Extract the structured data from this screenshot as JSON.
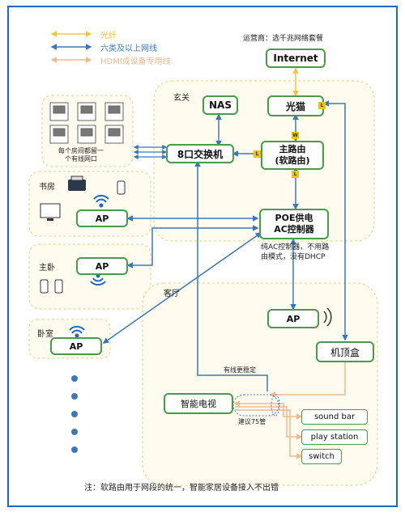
{
  "legend": {
    "fiber": "光纤",
    "cat6": "六类及以上网线",
    "hdmi": "HDMI或设备专用线",
    "colors": {
      "fiber": "#f5c242",
      "cat6": "#3a78b8",
      "hdmi": "#f2b88f"
    }
  },
  "isp_note": "运营商：选千兆网络套餐",
  "nodes": {
    "internet": "Internet",
    "nas": "NAS",
    "modem": "光猫",
    "switch8": "8口交换机",
    "router": "主路由\n(软路由)",
    "poe": "POE供电\nAC控制器",
    "ap_study": "AP",
    "ap_master": "AP",
    "ap_bedroom": "AP",
    "ap_living": "AP",
    "stb": "机顶盒",
    "tv": "智能电视",
    "soundbar": "sound bar",
    "playstation": "play station",
    "nswitch": "switch"
  },
  "areas": {
    "entry": "玄关",
    "study": "书房",
    "master": "主卧",
    "bedroom": "卧室",
    "living": "客厅"
  },
  "notes": {
    "ports": "每个房间都留一\n个有线网口",
    "poe_note": "纯AC控制器，不用路\n由模式，没有DHCP",
    "wired_stable": "有线更稳定",
    "pipe": "建议75管",
    "footer": "注：软路由用于网段的统一，智能家居设备接入不出错"
  },
  "port_tags": {
    "l_modem": "L",
    "w_modem": "W",
    "l_router_left": "L",
    "l_router_bottom": "L"
  }
}
